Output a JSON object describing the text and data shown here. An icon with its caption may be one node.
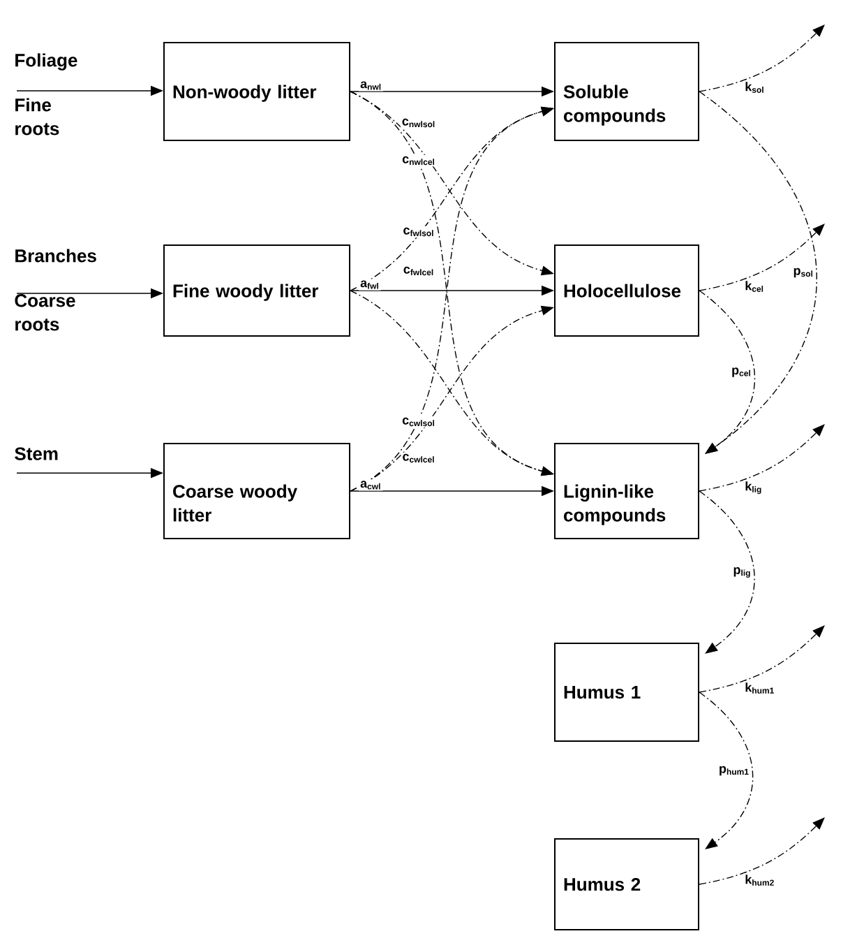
{
  "diagram": {
    "nodes": [
      {
        "text": [
          "Foliage",
          "Fine roots"
        ]
      },
      {
        "text": [
          "Branches",
          "Coarse roots"
        ]
      },
      {
        "text": [
          "Stem"
        ]
      },
      {
        "text": [
          "Non-woody litter"
        ]
      },
      {
        "text": [
          "Fine woody litter"
        ]
      },
      {
        "text": [
          "Coarse woody litter"
        ]
      },
      {
        "text": [
          "Soluble compounds"
        ]
      },
      {
        "text": [
          "Holocellulose"
        ]
      },
      {
        "text": [
          "Lignin-like compounds"
        ]
      },
      {
        "text": [
          "Humus 1"
        ]
      },
      {
        "text": [
          "Humus 2"
        ]
      }
    ],
    "edges": [
      {
        "from": 0,
        "to": 3,
        "arrow": "to"
      },
      {
        "from": 1,
        "to": 4,
        "arrow": "to"
      },
      {
        "from": 2,
        "to": 5,
        "arrow": "to"
      },
      {
        "from": 3,
        "to": 6,
        "arrow": "to",
        "label": "a$_{nwl}$"
      },
      {
        "from": 3,
        "to": 7,
        "arrow": "to",
        "style": "dashed"
      },
      {
        "from": 3,
        "to": 8,
        "arrow": "to",
        "style": "dashed"
      },
      {
        "from": 4,
        "to": 6,
        "arrow": "to",
        "style": "dashed"
      },
      {
        "from": 4,
        "to": 7,
        "arrow": "to",
        "label": "a$_{fwl}$"
      },
      {
        "from": 4,
        "to": 8,
        "arrow": "to",
        "style": "dashed"
      },
      {
        "from": 5,
        "to": 6,
        "arrow": "to",
        "style": "dashed"
      },
      {
        "from": 5,
        "to": 7,
        "arrow": "to",
        "style": "dashed"
      },
      {
        "from": 5,
        "to": 8,
        "arrow": "to",
        "label": "a$_{cwl}$"
      },
      {
        "from": 6,
        "to": null,
        "arrow": "to",
        "style": "dashed",
        "label": "k$_{sol}$"
      },
      {
        "from": 6,
        "to": 8,
        "arrow": "to",
        "style": "dashed",
        "label": "p$_{sol}$"
      },
      {
        "from": 7,
        "to": null,
        "arrow": "to",
        "style": "dashed",
        "label": "k$_{cel}$"
      },
      {
        "from": 7,
        "to": 8,
        "arrow": "to",
        "style": "dashed",
        "label": "p$_{cel}$"
      },
      {
        "from": 8,
        "to": null,
        "arrow": "to",
        "style": "dashed",
        "label": "k$_{lig}$"
      },
      {
        "from": 8,
        "to": 9,
        "arrow": "to",
        "style": "dashed",
        "label": "p$_{lig}$"
      },
      {
        "from": 9,
        "to": null,
        "arrow": "to",
        "style": "dashed",
        "label": "k$_{hum1}$"
      },
      {
        "from": 9,
        "to": 10,
        "arrow": "to",
        "style": "dashed",
        "label": "p$_{hum1}$"
      },
      {
        "from": 10,
        "to": null,
        "arrow": "to",
        "style": "dashed",
        "label": "k$_{hum2}$"
      }
    ],
    "labels": [
      "c$_{nwlsol}$",
      "c$_{nwlcel}$",
      "c$_{fwlsol}$",
      "c$_{fwlcel}$",
      "c$_{cwlsol}$",
      "c$_{cwlcel}$"
    ]
  }
}
